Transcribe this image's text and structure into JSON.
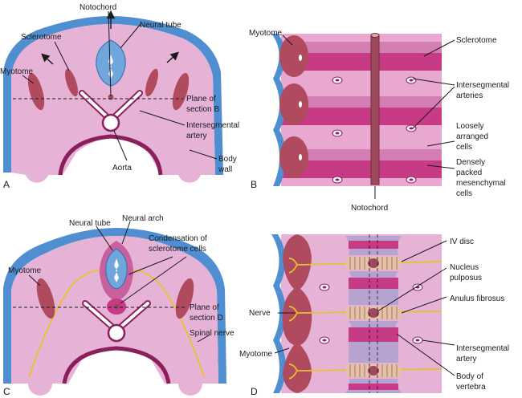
{
  "colors": {
    "background": "#ffffff",
    "ectoderm": "#4f8fd1",
    "mesenchyme": "#e6b2d6",
    "sclerotome_dense": "#c63a86",
    "sclerotome_loose": "#e9a8cf",
    "myotome": "#b04a5e",
    "notochord": "#9c4a5c",
    "neural_tube": "#6fa6db",
    "nerve": "#e8c22c",
    "aorta_body_wall_line": "#8a1f5c",
    "disc_ring": "#e6c1a8"
  },
  "panels": {
    "a": {
      "letter": "A",
      "labels": {
        "notochord": "Notochord",
        "neural_tube": "Neural tube",
        "sclerotome": "Sclerotome",
        "myotome": "Myotome",
        "plane1": "Plane of",
        "plane2": "section B",
        "interseg1": "Intersegmental",
        "interseg2": "artery",
        "aorta": "Aorta",
        "body1": "Body",
        "body2": "wall"
      }
    },
    "b": {
      "letter": "B",
      "labels": {
        "myotome": "Myotome",
        "sclerotome": "Sclerotome",
        "interseg1": "Intersegmental",
        "interseg2": "arteries",
        "loose1": "Loosely",
        "loose2": "arranged",
        "loose3": "cells",
        "dense1": "Densely",
        "dense2": "packed",
        "dense3": "mesenchymal",
        "dense4": "cells",
        "notochord": "Notochord"
      }
    },
    "c": {
      "letter": "C",
      "labels": {
        "neural_tube": "Neural tube",
        "neural_arch": "Neural arch",
        "condensation1": "Condensation of",
        "condensation2": "sclerotome cells",
        "myotome": "Myotome",
        "plane1": "Plane of",
        "plane2": "section D",
        "spinal_nerve": "Spinal nerve"
      }
    },
    "d": {
      "letter": "D",
      "labels": {
        "iv_disc": "IV disc",
        "nucleus1": "Nucleus",
        "nucleus2": "pulposus",
        "anulus": "Anulus fibrosus",
        "nerve": "Nerve",
        "myotome": "Myotome",
        "interseg1": "Intersegmental",
        "interseg2": "artery",
        "body1": "Body of",
        "body2": "vertebra"
      }
    }
  }
}
